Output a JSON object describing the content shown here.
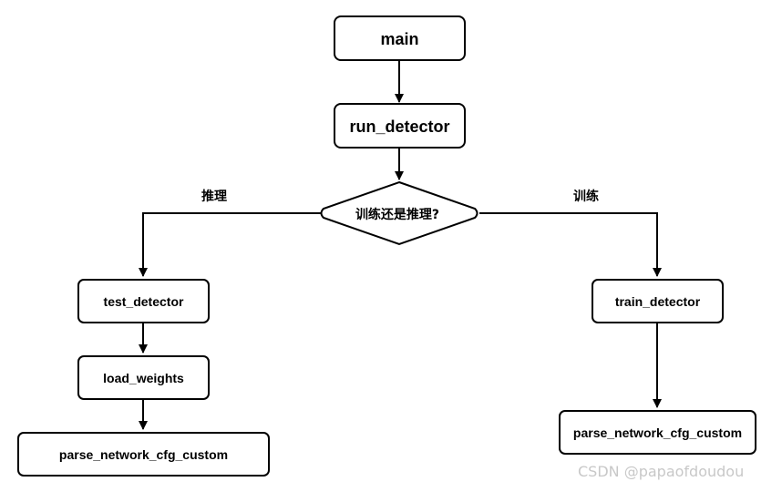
{
  "nodes": {
    "main": "main",
    "run_detector": "run_detector",
    "decision": "训练还是推理?",
    "test_detector": "test_detector",
    "load_weights": "load_weights",
    "parse_left": "parse_network_cfg_custom",
    "train_detector": "train_detector",
    "parse_right": "parse_network_cfg_custom"
  },
  "edges": {
    "inference_label": "推理",
    "training_label": "训练"
  },
  "watermark": "CSDN @papaofdoudou",
  "colors": {
    "stroke": "#000000",
    "fill": "#ffffff",
    "watermark": "#c8c8c8"
  }
}
